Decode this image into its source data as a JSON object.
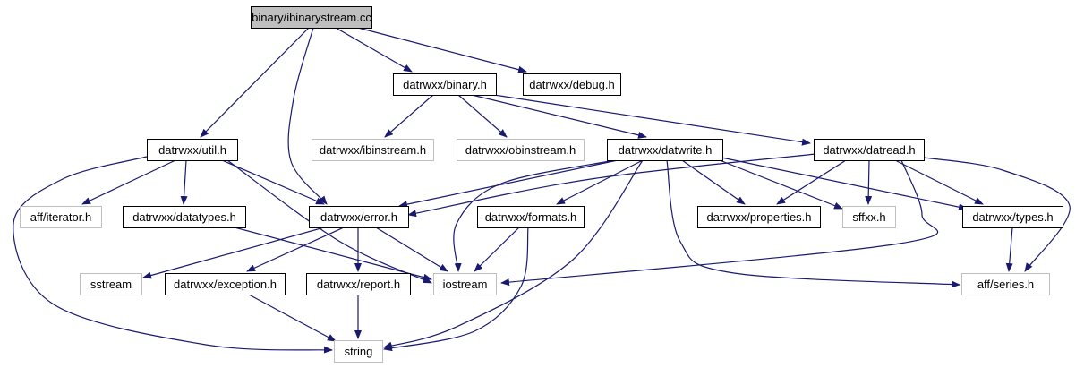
{
  "colors": {
    "edge": "#191970",
    "node_border": "#000000",
    "external_border": "#bfbfbf",
    "root_fill": "#bfbfbf",
    "text": "#000000",
    "external_text": "#000000"
  },
  "nodes": [
    {
      "id": "root",
      "label": "binary/ibinarystream.cc",
      "kind": "root"
    },
    {
      "id": "binary_h",
      "label": "datrwxx/binary.h",
      "kind": "header"
    },
    {
      "id": "debug_h",
      "label": "datrwxx/debug.h",
      "kind": "header"
    },
    {
      "id": "util_h",
      "label": "datrwxx/util.h",
      "kind": "header"
    },
    {
      "id": "ibinstream_h",
      "label": "datrwxx/ibinstream.h",
      "kind": "external"
    },
    {
      "id": "obinstream_h",
      "label": "datrwxx/obinstream.h",
      "kind": "external"
    },
    {
      "id": "datwrite_h",
      "label": "datrwxx/datwrite.h",
      "kind": "header"
    },
    {
      "id": "datread_h",
      "label": "datrwxx/datread.h",
      "kind": "header"
    },
    {
      "id": "aff_iterator_h",
      "label": "aff/iterator.h",
      "kind": "external"
    },
    {
      "id": "datatypes_h",
      "label": "datrwxx/datatypes.h",
      "kind": "header"
    },
    {
      "id": "error_h",
      "label": "datrwxx/error.h",
      "kind": "header"
    },
    {
      "id": "formats_h",
      "label": "datrwxx/formats.h",
      "kind": "header"
    },
    {
      "id": "properties_h",
      "label": "datrwxx/properties.h",
      "kind": "header"
    },
    {
      "id": "sffxx_h",
      "label": "sffxx.h",
      "kind": "external"
    },
    {
      "id": "types_h",
      "label": "datrwxx/types.h",
      "kind": "header"
    },
    {
      "id": "sstream",
      "label": "sstream",
      "kind": "external"
    },
    {
      "id": "exception_h",
      "label": "datrwxx/exception.h",
      "kind": "header"
    },
    {
      "id": "report_h",
      "label": "datrwxx/report.h",
      "kind": "header"
    },
    {
      "id": "iostream",
      "label": "iostream",
      "kind": "external"
    },
    {
      "id": "aff_series_h",
      "label": "aff/series.h",
      "kind": "external"
    },
    {
      "id": "string",
      "label": "string",
      "kind": "external"
    }
  ],
  "edges": [
    {
      "from": "root",
      "to": "binary_h"
    },
    {
      "from": "root",
      "to": "debug_h"
    },
    {
      "from": "root",
      "to": "util_h"
    },
    {
      "from": "root",
      "to": "error_h"
    },
    {
      "from": "binary_h",
      "to": "ibinstream_h"
    },
    {
      "from": "binary_h",
      "to": "obinstream_h"
    },
    {
      "from": "binary_h",
      "to": "datwrite_h"
    },
    {
      "from": "binary_h",
      "to": "datread_h"
    },
    {
      "from": "util_h",
      "to": "aff_iterator_h"
    },
    {
      "from": "util_h",
      "to": "datatypes_h"
    },
    {
      "from": "util_h",
      "to": "error_h"
    },
    {
      "from": "util_h",
      "to": "iostream"
    },
    {
      "from": "util_h",
      "to": "string"
    },
    {
      "from": "datwrite_h",
      "to": "error_h"
    },
    {
      "from": "datwrite_h",
      "to": "formats_h"
    },
    {
      "from": "datwrite_h",
      "to": "properties_h"
    },
    {
      "from": "datwrite_h",
      "to": "sffxx_h"
    },
    {
      "from": "datwrite_h",
      "to": "types_h"
    },
    {
      "from": "datwrite_h",
      "to": "iostream"
    },
    {
      "from": "datwrite_h",
      "to": "string"
    },
    {
      "from": "datwrite_h",
      "to": "aff_series_h"
    },
    {
      "from": "datread_h",
      "to": "error_h"
    },
    {
      "from": "datread_h",
      "to": "properties_h"
    },
    {
      "from": "datread_h",
      "to": "sffxx_h"
    },
    {
      "from": "datread_h",
      "to": "types_h"
    },
    {
      "from": "datread_h",
      "to": "iostream"
    },
    {
      "from": "datread_h",
      "to": "aff_series_h"
    },
    {
      "from": "datatypes_h",
      "to": "iostream"
    },
    {
      "from": "error_h",
      "to": "sstream"
    },
    {
      "from": "error_h",
      "to": "exception_h"
    },
    {
      "from": "error_h",
      "to": "report_h"
    },
    {
      "from": "error_h",
      "to": "iostream"
    },
    {
      "from": "formats_h",
      "to": "iostream"
    },
    {
      "from": "formats_h",
      "to": "string"
    },
    {
      "from": "types_h",
      "to": "aff_series_h"
    },
    {
      "from": "exception_h",
      "to": "string"
    },
    {
      "from": "report_h",
      "to": "string"
    }
  ]
}
